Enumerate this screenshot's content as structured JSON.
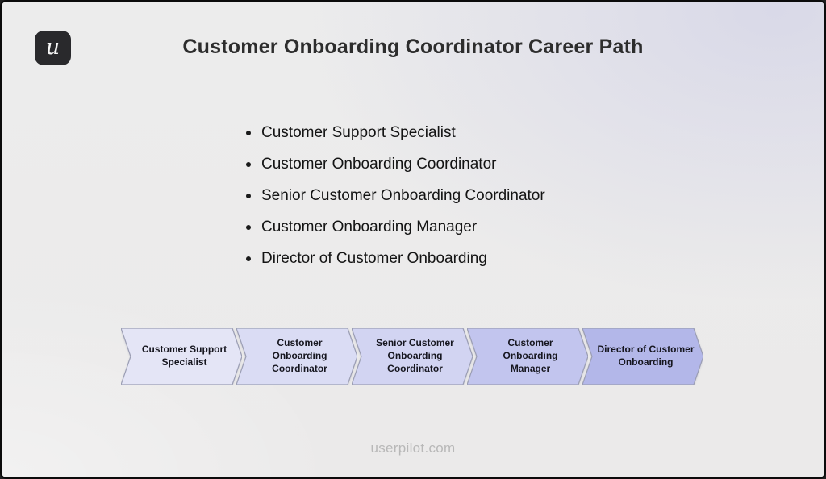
{
  "page": {
    "title": "Customer Onboarding Coordinator Career Path",
    "footer": "userpilot.com",
    "logo_letter": "u"
  },
  "career_list": {
    "items": [
      "Customer Support Specialist",
      "Customer Onboarding Coordinator",
      "Senior Customer Onboarding Coordinator",
      "Customer Onboarding Manager",
      "Director of Customer Onboarding"
    ]
  },
  "flow": {
    "stages": [
      {
        "label": "Customer Support\nSpecialist",
        "fill": "#e4e5f6"
      },
      {
        "label": "Customer Onboarding\nCoordinator",
        "fill": "#dadcf4"
      },
      {
        "label": "Senior Customer\nOnboarding\nCoordinator",
        "fill": "#d2d4f2"
      },
      {
        "label": "Customer Onboarding\nManager",
        "fill": "#c2c5ee"
      },
      {
        "label": "Director of Customer\nOnboarding",
        "fill": "#b3b7e9"
      }
    ],
    "stroke_color": "#9b9eb4"
  },
  "colors": {
    "background": "#ebeaea",
    "background_tint": "#c6c6e4",
    "frame_border": "#0b0b0b",
    "logo_background": "#29292c",
    "title_text": "#2d2d2d",
    "list_text": "#141414",
    "chevron_text": "#16161f",
    "footer_text": "#b8b8b8"
  }
}
